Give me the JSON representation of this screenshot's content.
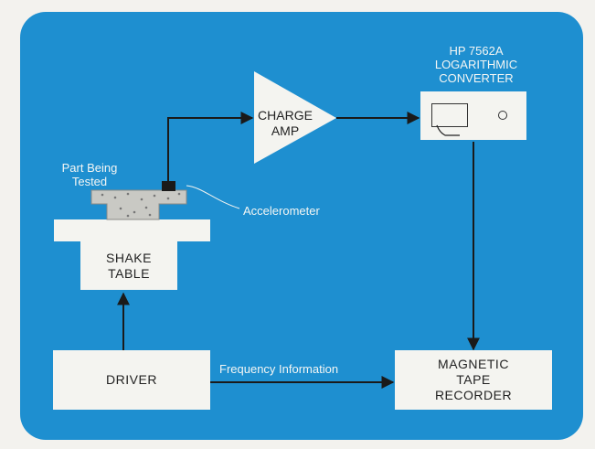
{
  "diagram": {
    "colors": {
      "background": "#1e8fd0",
      "box": "#f4f4f0",
      "line": "#1a1a1a",
      "label_text": "#f4f6f4",
      "box_text": "#222222"
    },
    "part_label": "Part Being\nTested",
    "accelerometer_label": "Accelerometer",
    "shake_table_label": "SHAKE\nTABLE",
    "charge_amp_label": "CHARGE\nAMP",
    "converter_title": "HP 7562A\nLOGARITHMIC\nCONVERTER",
    "driver_label": "DRIVER",
    "frequency_label": "Frequency Information",
    "recorder_label": "MAGNETIC\nTAPE\nRECORDER"
  }
}
